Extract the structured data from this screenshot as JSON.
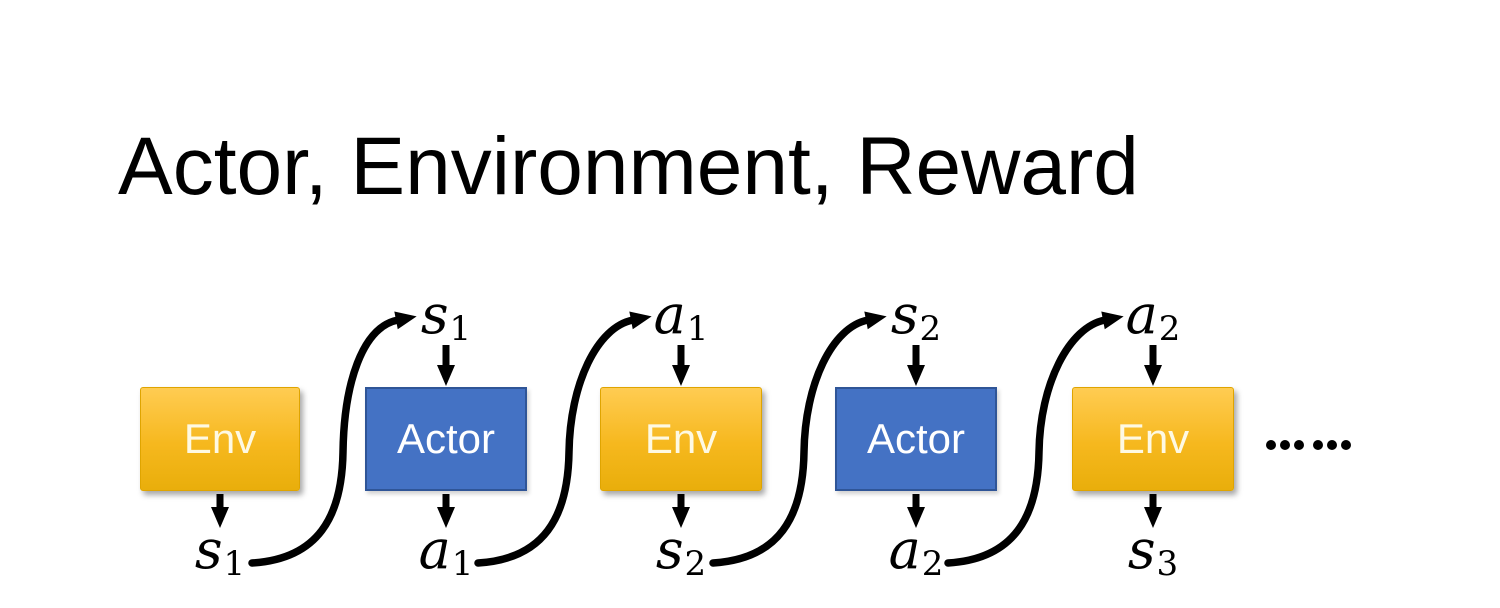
{
  "title": "Actor, Environment, Reward",
  "colors": {
    "title-color": "#000000",
    "arrow": "#000000",
    "label-color": "#000000",
    "env-top": "#FFCC52",
    "env-mid": "#F6B81E",
    "env-bottom": "#E9AE0B",
    "env-edge": "#DFA400",
    "env-text": "#FEF9E3",
    "actor-fill": "#4472C4",
    "actor-border": "#2F5597",
    "actor-text": "#FFFFFF"
  },
  "boxes": [
    {
      "id": "env-1",
      "type": "env",
      "label": "Env"
    },
    {
      "id": "actor-1",
      "type": "actor",
      "label": "Actor"
    },
    {
      "id": "env-2",
      "type": "env",
      "label": "Env"
    },
    {
      "id": "actor-2",
      "type": "actor",
      "label": "Actor"
    },
    {
      "id": "env-3",
      "type": "env",
      "label": "Env"
    }
  ],
  "labels": {
    "s1": {
      "base": "s",
      "sub": "1"
    },
    "a1": {
      "base": "a",
      "sub": "1"
    },
    "s2": {
      "base": "s",
      "sub": "2"
    },
    "a2": {
      "base": "a",
      "sub": "2"
    },
    "s3": {
      "base": "s",
      "sub": "3"
    }
  },
  "ellipsis": "……"
}
